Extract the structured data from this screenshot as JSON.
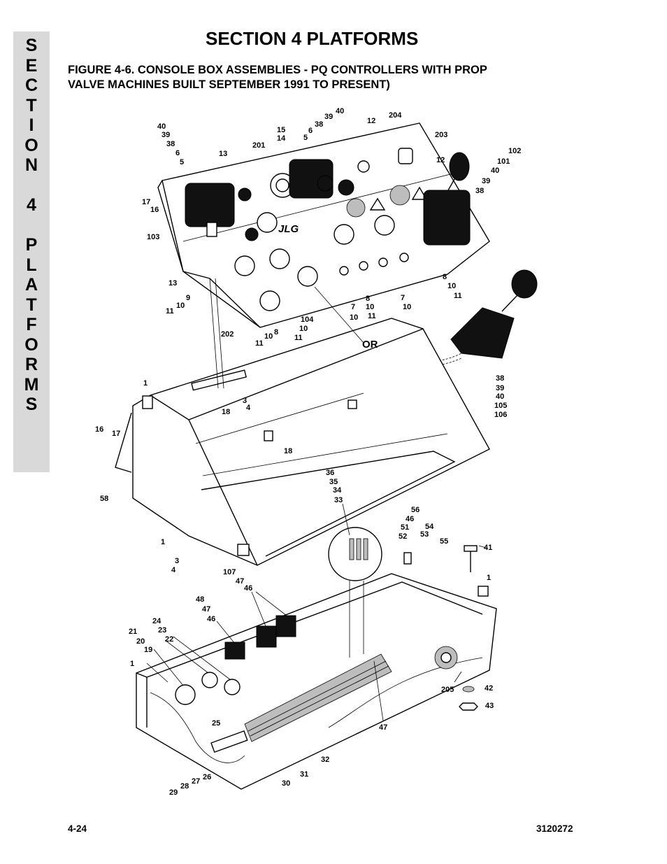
{
  "side_tab": {
    "letters": [
      "S",
      "E",
      "C",
      "T",
      "I",
      "O",
      "N",
      " ",
      "4",
      " ",
      "P",
      "L",
      "A",
      "T",
      "F",
      "O",
      "R",
      "M",
      "S"
    ]
  },
  "section_title": "SECTION 4  PLATFORMS",
  "figure_title": {
    "line1": "FIGURE 4-6.    CONSOLE BOX ASSEMBLIES - PQ CONTROLLERS WITH PROP",
    "line2": "VALVE MACHINES BUILT SEPTEMBER 1991 TO PRESENT)"
  },
  "drawing": {
    "brand_logo": "JLG",
    "or_label": "OR",
    "callouts": [
      "40",
      "39",
      "38",
      "6",
      "5",
      "13",
      "201",
      "15",
      "14",
      "6",
      "5",
      "38",
      "39",
      "40",
      "12",
      "204",
      "203",
      "12",
      "102",
      "101",
      "40",
      "39",
      "38",
      "17",
      "16",
      "103",
      "13",
      "9",
      "10",
      "11",
      "202",
      "8",
      "10",
      "11",
      "104",
      "10",
      "11",
      "7",
      "10",
      "8",
      "10",
      "11",
      "7",
      "10",
      "8",
      "10",
      "11",
      "38",
      "39",
      "40",
      "105",
      "106",
      "1",
      "18",
      "3",
      "4",
      "18",
      "16",
      "17",
      "58",
      "36",
      "35",
      "34",
      "33",
      "1",
      "3",
      "4",
      "56",
      "46",
      "51",
      "54",
      "52",
      "53",
      "55",
      "41",
      "1",
      "107",
      "47",
      "46",
      "48",
      "47",
      "46",
      "24",
      "23",
      "22",
      "21",
      "20",
      "19",
      "1",
      "205",
      "42",
      "43",
      "47",
      "25",
      "32",
      "31",
      "30",
      "26",
      "27",
      "28",
      "29"
    ]
  },
  "footer": {
    "page_number": "4-24",
    "doc_number": "3120272"
  }
}
